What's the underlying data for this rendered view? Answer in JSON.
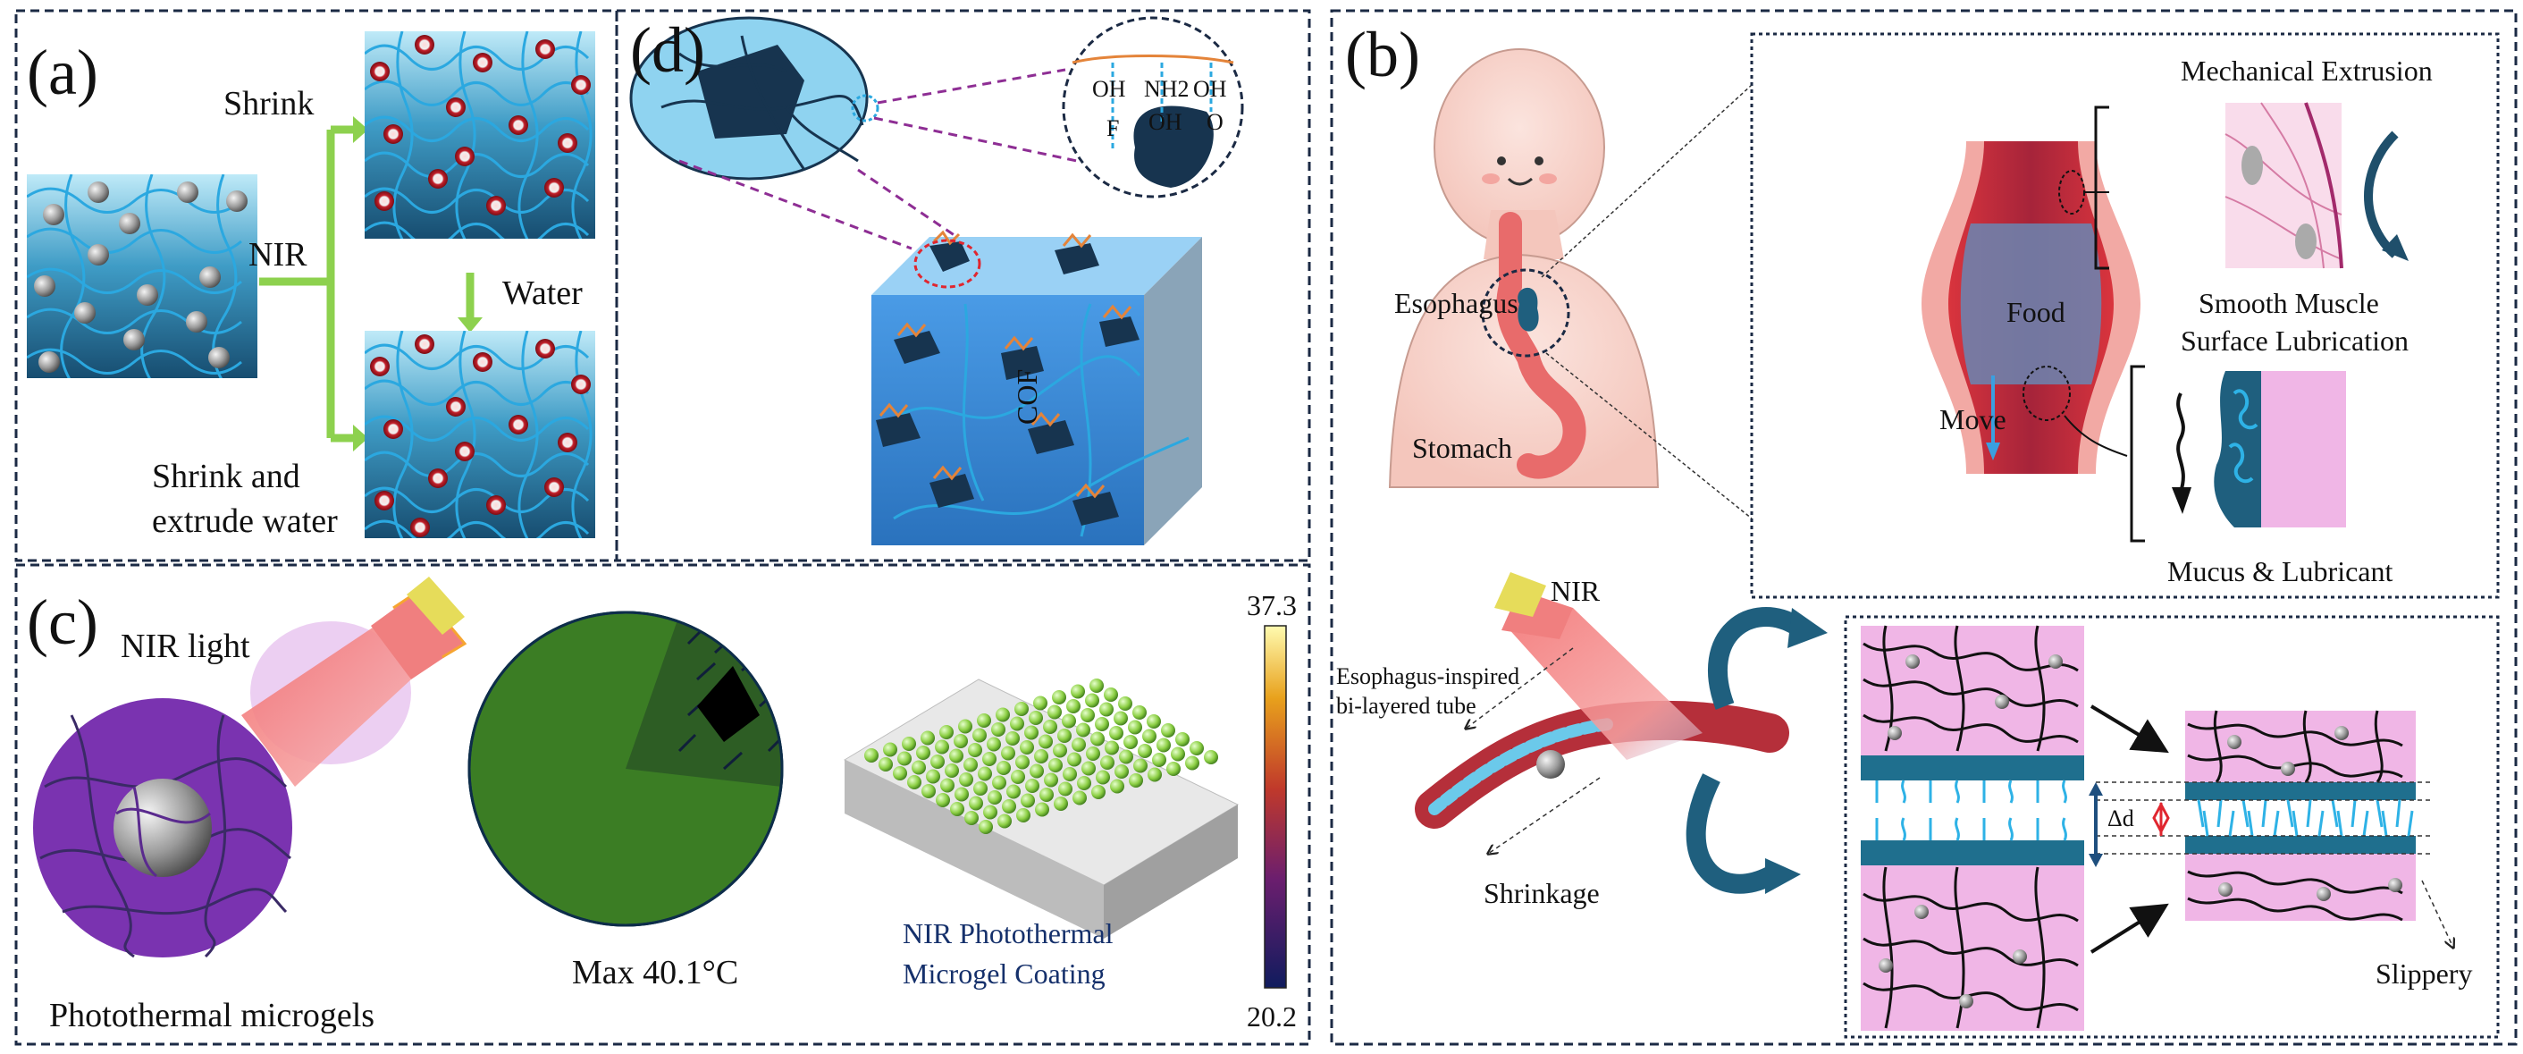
{
  "panels": {
    "a": {
      "letter": "(a)",
      "shrink": "Shrink",
      "nir": "NIR",
      "water": "Water",
      "shrink_extrude_1": "Shrink and",
      "shrink_extrude_2": "extrude water"
    },
    "d": {
      "letter": "(d)",
      "cof": "COF",
      "groups": [
        "OH",
        "NH2",
        "OH",
        "F",
        "OH",
        "O"
      ]
    },
    "b": {
      "letter": "(b)",
      "esophagus": "Esophagus",
      "stomach": "Stomach",
      "mechanical_extrusion": "Mechanical Extrusion",
      "food": "Food",
      "move": "Move",
      "smooth_muscle_1": "Smooth Muscle",
      "smooth_muscle_2": "Surface Lubrication",
      "mucus_lubricant": "Mucus & Lubricant",
      "nir": "NIR",
      "tube_label_1": "Esophagus-inspired",
      "tube_label_2": "bi-layered tube",
      "shrinkage": "Shrinkage",
      "delta_d": "Δd",
      "slippery": "Slippery"
    },
    "c": {
      "letter": "(c)",
      "nir_light": "NIR light",
      "photothermal_microgels": "Photothermal microgels",
      "max_temp": "Max 40.1°C",
      "coating_1": "NIR Photothermal",
      "coating_2": "Microgel Coating",
      "scale_max": "37.3",
      "scale_min": "20.2"
    }
  },
  "colors": {
    "frame": "#1b2a44",
    "hydrogel_top": "#7fd0f0",
    "hydrogel_bottom": "#1b5f86",
    "chain": "#2ba8e0",
    "arrow_green": "#8dd14e",
    "purple_dash": "#8e2e94",
    "cof_cube": "#3d8ad6",
    "cof_flake": "#17344f",
    "cof_chain": "#e4843a",
    "ring_purple": "#6a2aa0",
    "ir_green": "#3b7d24",
    "coating_green": "#8fcf4a",
    "tube_red": "#c1363f",
    "mucus_pink": "#f0b6e6",
    "layer_teal": "#1f6f8e",
    "lubricant_blue": "#2eb2e6"
  }
}
